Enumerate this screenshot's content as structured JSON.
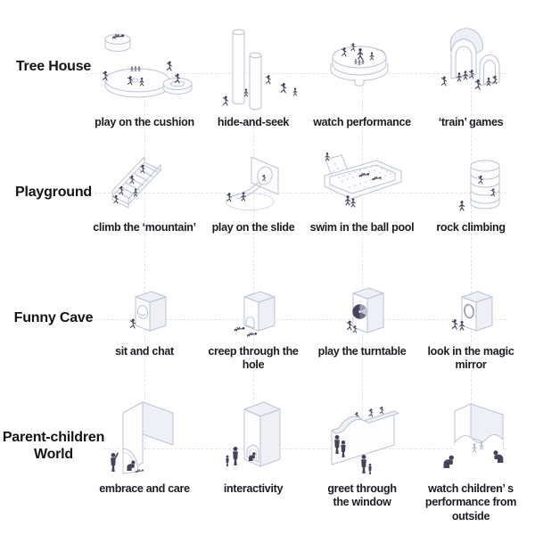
{
  "diagram": {
    "kind": "play-activity matrix diagram",
    "rows": [
      {
        "label": "Tree House",
        "items": [
          {
            "caption": "play on the cushion",
            "icon": "cushion-platforms-icon"
          },
          {
            "caption": "hide-and-seek",
            "icon": "hide-and-seek-columns-icon"
          },
          {
            "caption": "watch performance",
            "icon": "round-stage-icon"
          },
          {
            "caption": "‘train’ games",
            "icon": "arch-tunnels-icon"
          }
        ]
      },
      {
        "label": "Playground",
        "items": [
          {
            "caption": "climb the ‘mountain’",
            "icon": "climbing-stairs-icon"
          },
          {
            "caption": "play on the slide",
            "icon": "slide-panel-icon"
          },
          {
            "caption": "swim in the ball pool",
            "icon": "ball-pool-icon"
          },
          {
            "caption": "rock climbing",
            "icon": "climbing-wall-icon"
          }
        ]
      },
      {
        "label": "Funny Cave",
        "items": [
          {
            "caption": "sit and chat",
            "icon": "cave-seat-box-icon"
          },
          {
            "caption": "creep through the hole",
            "icon": "cave-hole-box-icon"
          },
          {
            "caption": "play the turntable",
            "icon": "turntable-box-icon"
          },
          {
            "caption": "look in the magic mirror",
            "icon": "magic-mirror-box-icon"
          }
        ]
      },
      {
        "label": "Parent-children\nWorld",
        "items": [
          {
            "caption": "embrace and care",
            "icon": "arc-cut-wall-icon"
          },
          {
            "caption": "interactivity",
            "icon": "arch-niche-wall-icon"
          },
          {
            "caption": "greet through\nthe window",
            "icon": "window-wall-icon"
          },
          {
            "caption": "watch children’ s\nperformance from outside",
            "icon": "corner-wall-opening-icon"
          }
        ]
      }
    ],
    "colors": {
      "background": "#ffffff",
      "text": "#1c1c22",
      "figure": "#454259",
      "figure_light": "#a9afc0",
      "structure_line": "#bcc3d2",
      "structure_fill": "#eef0f6",
      "grid_line": "#dfe4ee"
    }
  }
}
